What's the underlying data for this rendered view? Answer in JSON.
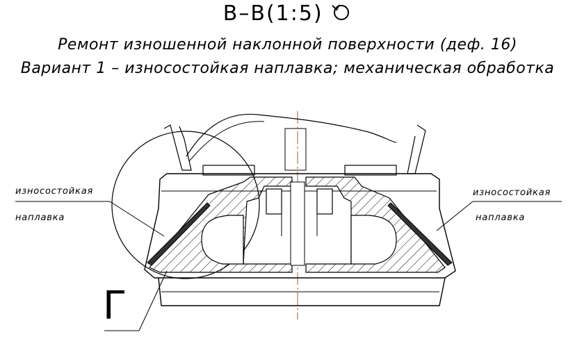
{
  "title": "В–В(1:5)",
  "rotation_icon": "rotated-view-icon",
  "subtitle_line1": "Ремонт изношенной наклонной поверхности (деф. 16)",
  "subtitle_line2": "Вариант 1 – износостойкая наплавка; механическая обработка",
  "callout_left": {
    "line1": "износостойкая",
    "line2": "наплавка"
  },
  "callout_right": {
    "line1": "износостойкая",
    "line2": "наплавка"
  },
  "view_marker": "Г",
  "colors": {
    "line": "#000000",
    "hatch": "#000000",
    "centerline": "#b07a3a",
    "weld": "#333333"
  }
}
